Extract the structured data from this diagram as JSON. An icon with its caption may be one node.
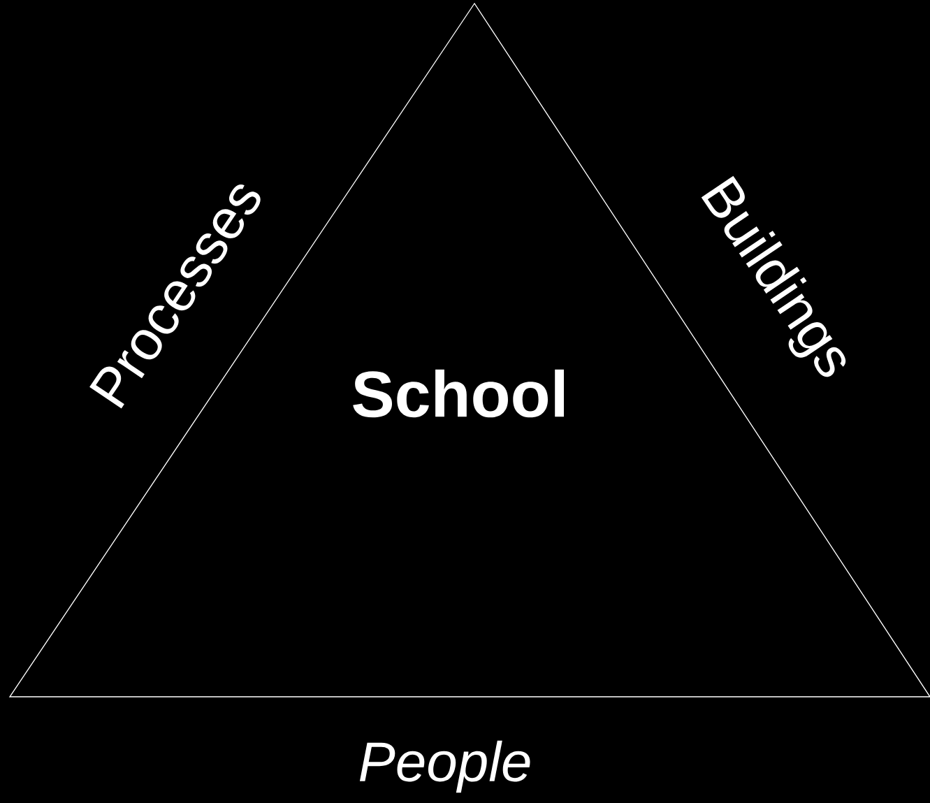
{
  "diagram": {
    "nodes": [
      {
        "text": [
          "School"
        ]
      }
    ],
    "labels": [
      "Processes",
      "Buildings",
      "People"
    ]
  }
}
